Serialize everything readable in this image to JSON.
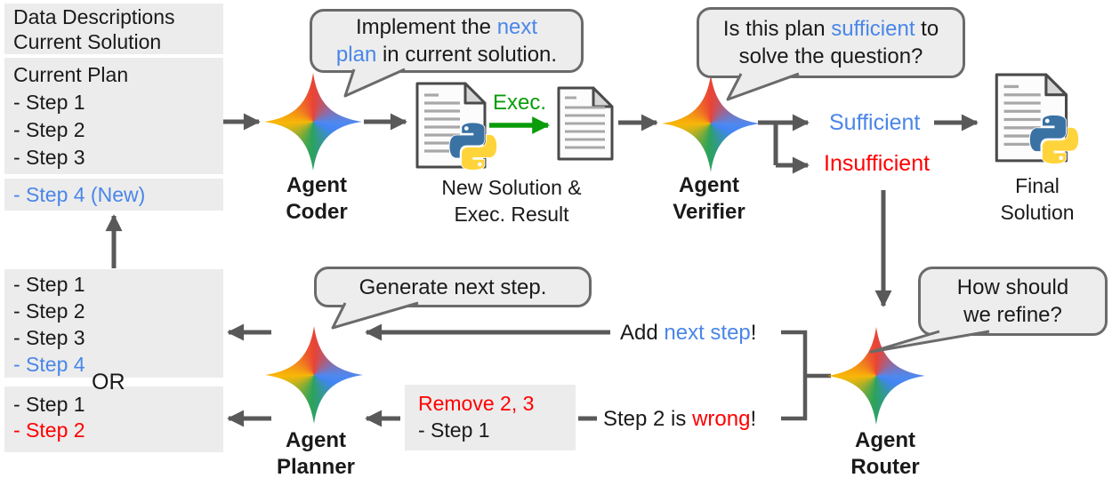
{
  "colors": {
    "accent_blue": "#4a86e8",
    "alert_red": "#ff0000",
    "exec_green": "#0a9c0a",
    "arrow_gray": "#595959",
    "panel_gray": "#ececec",
    "bubble_gray": "#ededed",
    "star_red": "#ea4335",
    "star_blue": "#4285f4",
    "star_green": "#34a853",
    "star_yellow": "#fbbc05"
  },
  "left_panel": {
    "context_box": {
      "line1": "Data Descriptions",
      "line2": "Current Solution"
    },
    "plan_box": {
      "title": "Current Plan",
      "steps": [
        "- Step 1",
        "- Step 2",
        "- Step 3"
      ]
    },
    "new_step_box": {
      "text": "- Step 4 (New)"
    },
    "result_plan_a": {
      "steps": [
        "- Step 1",
        "- Step 2",
        "- Step 3"
      ],
      "new_step": "- Step 4"
    },
    "or_label": "OR",
    "result_plan_b": {
      "step1": "- Step 1",
      "wrong_step": "- Step 2"
    }
  },
  "agents": {
    "coder": {
      "line1": "Agent",
      "line2": "Coder"
    },
    "verifier": {
      "line1": "Agent",
      "line2": "Verifier"
    },
    "planner": {
      "line1": "Agent",
      "line2": "Planner"
    },
    "router": {
      "line1": "Agent",
      "line2": "Router"
    }
  },
  "bubbles": {
    "coder": {
      "seg1": "Implement the ",
      "seg2": "next",
      "seg3": "plan",
      "seg4": " in current solution."
    },
    "verifier": {
      "seg1": "Is this plan ",
      "seg2": "sufficient",
      "seg3": " to",
      "line2": "solve the question?"
    },
    "planner": {
      "text": "Generate next step."
    },
    "router": {
      "line1": "How should",
      "line2": "we refine?"
    }
  },
  "flow": {
    "exec_label": "Exec.",
    "new_solution_label": {
      "line1": "New Solution &",
      "line2": "Exec. Result"
    },
    "sufficient_label": "Sufficient",
    "insufficient_label": "Insufficient",
    "final_solution_label": {
      "line1": "Final",
      "line2": "Solution"
    },
    "add_step": {
      "seg1": "Add ",
      "seg2": "next step",
      "seg3": "!"
    },
    "wrong_step": {
      "seg1": "Step 2 is ",
      "seg2": "wrong",
      "seg3": "!"
    },
    "remove_box": {
      "line1": "Remove 2, 3",
      "line2": "- Step 1"
    }
  }
}
